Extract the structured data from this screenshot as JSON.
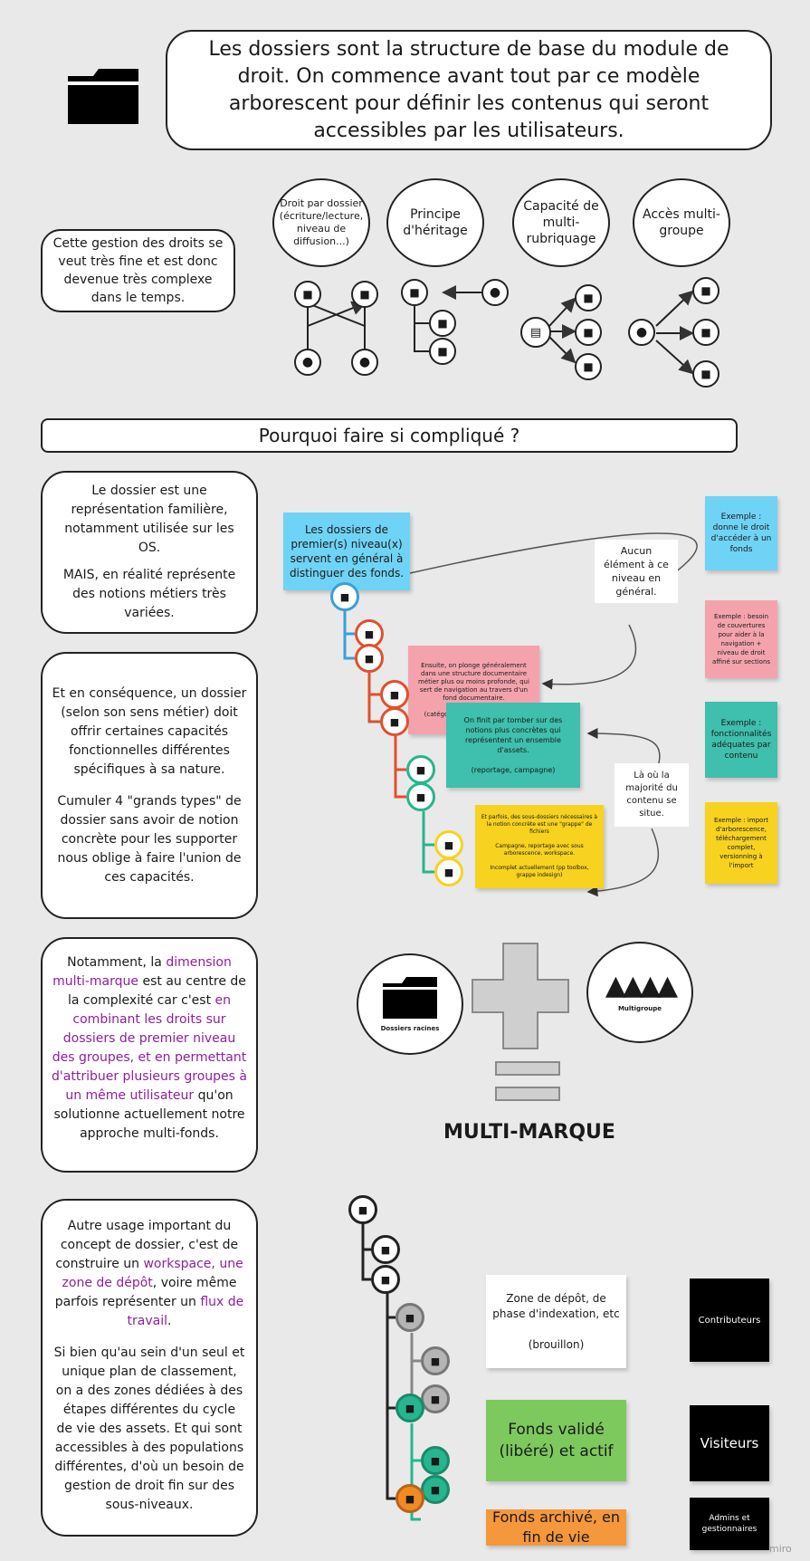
{
  "intro": {
    "text": "Les dossiers sont la structure de base du module de droit. On commence avant tout par ce modèle arborescent pour définir les contenus qui seront accessibles par les utilisateurs."
  },
  "complexity_note": "Cette gestion des droits se veut très fine et est donc devenue très complexe dans le temps.",
  "capabilities": [
    {
      "label": "Droit par dossier (écriture/lecture, niveau de diffusion...)"
    },
    {
      "label": "Principe d'héritage"
    },
    {
      "label": "Capacité de multi-rubriquage"
    },
    {
      "label": "Accès multi-groupe"
    }
  ],
  "why_banner": "Pourquoi faire si compliqué ?",
  "familiar_note": {
    "p1": "Le dossier est une représentation familière, notamment utilisée sur les OS.",
    "p2": "MAIS, en réalité représente des notions métiers très variées."
  },
  "consequence_note": {
    "p1": "Et en conséquence, un dossier (selon son sens métier) doit offrir certaines capacités fonctionnelles différentes spécifiques à sa nature.",
    "p2": "Cumuler 4 \"grands types\" de dossier sans avoir de notion concrète pour les supporter nous oblige à faire l'union de ces capacités."
  },
  "stickies": {
    "first_level": "Les dossiers de premier(s) niveau(x) servent en général à distinguer des fonds.",
    "no_element": "Aucun élément à ce niveau en général.",
    "plunge": "Ensuite, on plonge généralement dans une structure documentaire métier plus ou moins profonde, qui sert de navigation au travers d'un fond documentaire.\n\n(catégorie, thématique, année)",
    "concrete": "On finit par tomber sur des notions plus concrètes qui représentent un ensemble d'assets.\n\n(reportage, campagne)",
    "majority": "Là où la majorité du contenu se situe.",
    "sometimes": "Et parfois, des sous-dossiers nécessaires à la notion concrète est une \"grappe\" de fichiers\n\nCampagne, reportage avec sous arborescence, workspace.\n\nIncomplet actuellement (pp toolbox, grappe indesign)",
    "ex_access": "Exemple : donne le droit d'accéder à un fonds",
    "ex_nav": "Exemple : besoin de couvertures pour aider à la navigation + niveau de droit affiné sur sections",
    "ex_func": "Exemple : fonctionnalités adéquates par contenu",
    "ex_import": "Exemple : import d'arborescence, téléchargement complet, versionning à l'import"
  },
  "multimarque_note": {
    "t1": "Notamment, la ",
    "h1": "dimension multi-marque",
    "t2": " est au centre de la complexité car c'est ",
    "h2": "en combinant les droits sur dossiers de premier niveau des groupes, et en permettant d'attribuer plusieurs groupes à un même utilisateur",
    "t3": " qu'on solutionne actuellement notre approche multi-fonds."
  },
  "equation": {
    "left_label": "Dossiers racines",
    "right_label": "Multigroupe",
    "result": "MULTI-MARQUE"
  },
  "workspace_note": {
    "t1": "Autre usage important du concept de dossier, c'est de construire un ",
    "h1": "workspace, une zone de dépôt",
    "t2": ", voire même parfois représenter un ",
    "h2": "flux de travail",
    "t3": ".",
    "p2": "Si bien qu'au sein d'un seul et unique plan de classement, on a des zones dédiées à des étapes différentes du cycle de vie des assets. Et qui sont accessibles à des populations différentes, d'où un besoin de gestion de droit fin sur des sous-niveaux."
  },
  "zones": [
    {
      "label": "Zone de dépôt, de phase d'indexation, etc\n\n(brouillon)",
      "audience": "Contributeurs",
      "color": "#ffffff"
    },
    {
      "label": "Fonds validé (libéré) et actif",
      "audience": "Visiteurs",
      "color": "#7dc95e"
    },
    {
      "label": "Fonds archivé, en fin de vie",
      "audience": "Admins et gestionnaires",
      "color": "#f5973b"
    }
  ],
  "colors": {
    "blue": "#6fd3f5",
    "pink": "#f4a3ad",
    "teal": "#3fbfad",
    "yellow": "#f7d21f",
    "orange_node": "#f08a24",
    "green_node": "#27b58e",
    "red_node": "#e0502e",
    "gray_node": "#b5b5b5",
    "highlight": "#8e1f9e"
  },
  "watermark": "miro"
}
